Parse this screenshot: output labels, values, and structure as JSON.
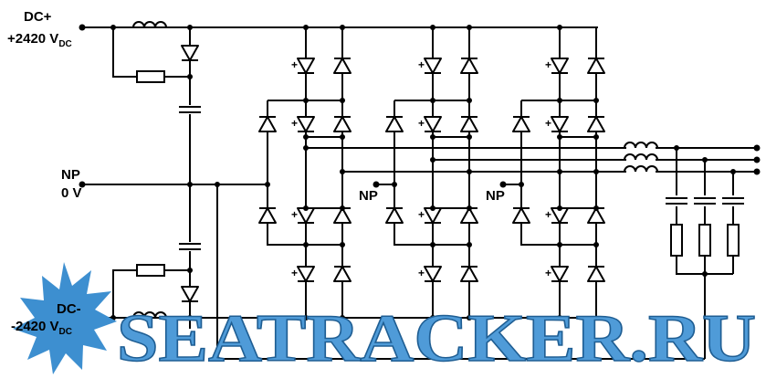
{
  "labels": {
    "dc_plus": "DC+",
    "dc_plus_voltage": "+2420 V",
    "dc_plus_sub": "DC",
    "np_main": "NP",
    "np_voltage": "0 V",
    "dc_minus": "DC-",
    "dc_minus_voltage": "-2420 V",
    "dc_minus_sub": "DC",
    "np_phase2": "NP",
    "np_phase3": "NP",
    "diode_plus_mark": "+"
  },
  "watermark": {
    "text": "SEATRACKER.RU",
    "color": "#3d8fd0",
    "icon": "starburst-icon"
  },
  "colors": {
    "wire": "#000000",
    "background": "#ffffff"
  }
}
